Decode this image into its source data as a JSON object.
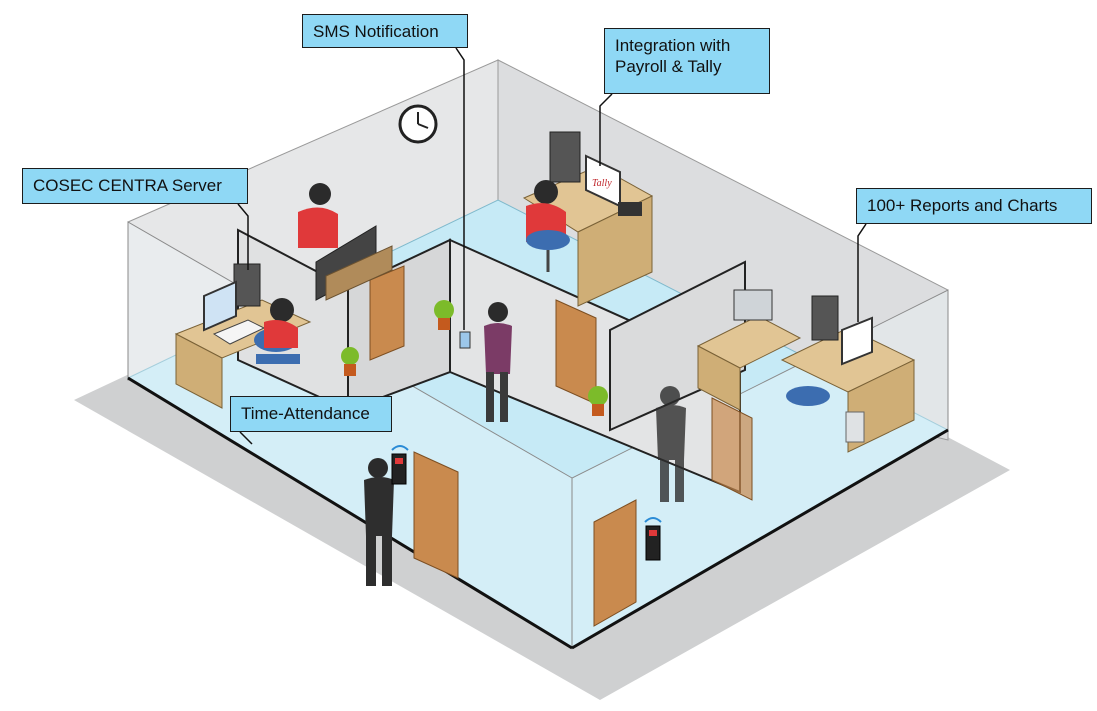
{
  "callouts": {
    "sms": "SMS Notification",
    "integration_line1": "Integration with",
    "integration_line2": "Payroll & Tally",
    "server": "COSEC CENTRA Server",
    "reports": "100+ Reports and Charts",
    "time_attendance": "Time-Attendance"
  },
  "screen_text": {
    "tally": "Tally"
  },
  "colors": {
    "callout_fill": "#8fd8f5",
    "floor": "#c6eaf6",
    "wall": "#e8e9ea",
    "shadow": "#cfd0d1",
    "door": "#c98a4e",
    "shirt_red": "#e0393a",
    "suit": "#2e2e2e"
  }
}
